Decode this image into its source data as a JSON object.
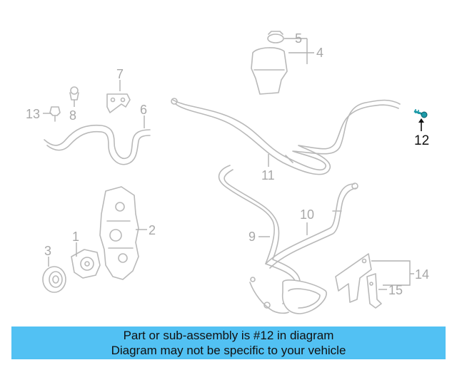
{
  "diagram": {
    "callouts": {
      "c1": "1",
      "c2": "2",
      "c3": "3",
      "c4": "4",
      "c5": "5",
      "c6": "6",
      "c7": "7",
      "c8": "8",
      "c9": "9",
      "c10": "10",
      "c11": "11",
      "c12": "12",
      "c13": "13",
      "c14": "14",
      "c15": "15"
    },
    "highlighted_part": "12",
    "colors": {
      "parts": "#b9b9b9",
      "highlight": "#111111",
      "highlight_part": "#1d9aa8"
    }
  },
  "banner": {
    "line1": "Part or sub-assembly is #12 in diagram",
    "line2": "Diagram may not be specific to your vehicle",
    "background": "#52c1f3"
  }
}
